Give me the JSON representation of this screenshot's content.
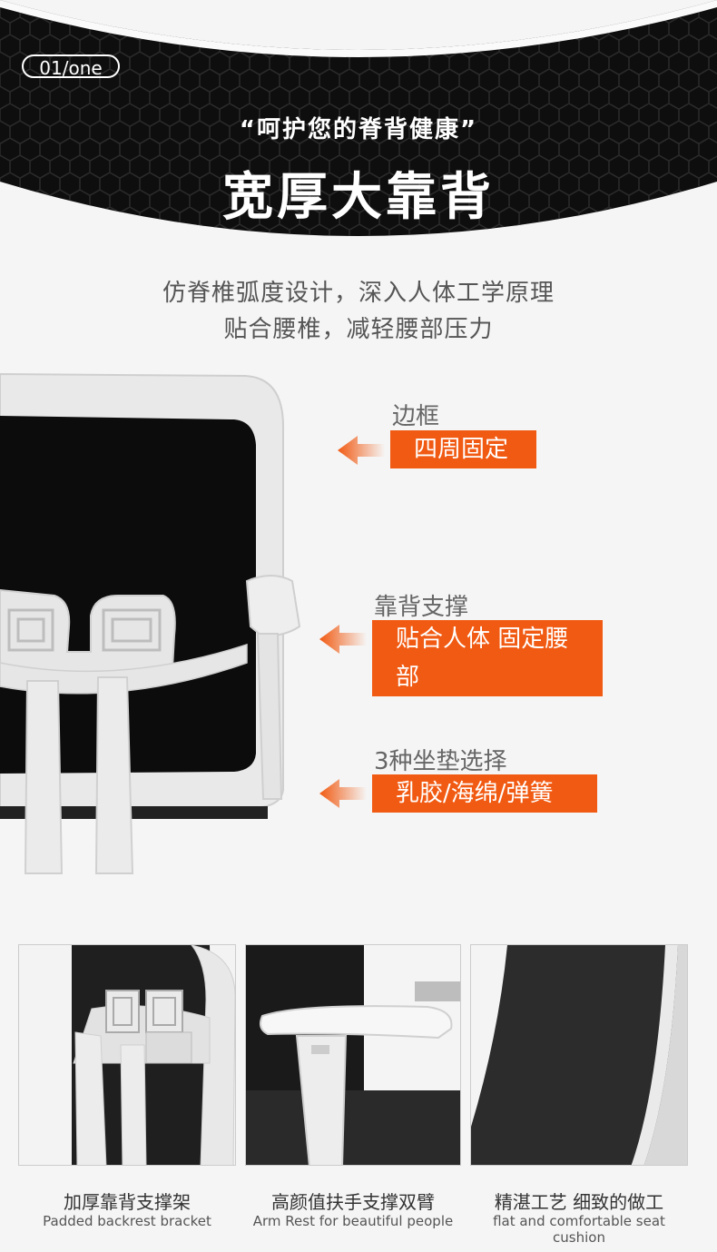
{
  "header": {
    "badge": "01/one",
    "quote": "“呵护您的脊背健康”",
    "headline": "宽厚大靠背"
  },
  "description": {
    "line1": "仿脊椎弧度设计，深入人体工学原理",
    "line2": "贴合腰椎，减轻腰部压力"
  },
  "features": [
    {
      "title": "边框",
      "tag": "四周固定"
    },
    {
      "title": "靠背支撑",
      "tag": "贴合人体 固定腰部"
    },
    {
      "title": "3种坐垫选择",
      "tag": "乳胶/海绵/弹簧"
    }
  ],
  "thumbnails": [
    {
      "caption_cn": "加厚靠背支撑架",
      "caption_en": "Padded backrest bracket"
    },
    {
      "caption_cn": "高颜值扶手支撑双臂",
      "caption_en": "Arm Rest for beautiful people"
    },
    {
      "caption_cn": "精湛工艺 细致的做工",
      "caption_en": "flat and comfortable seat cushion"
    }
  ],
  "colors": {
    "accent": "#f15a12",
    "header_bg": "#111111",
    "text": "#555555"
  }
}
